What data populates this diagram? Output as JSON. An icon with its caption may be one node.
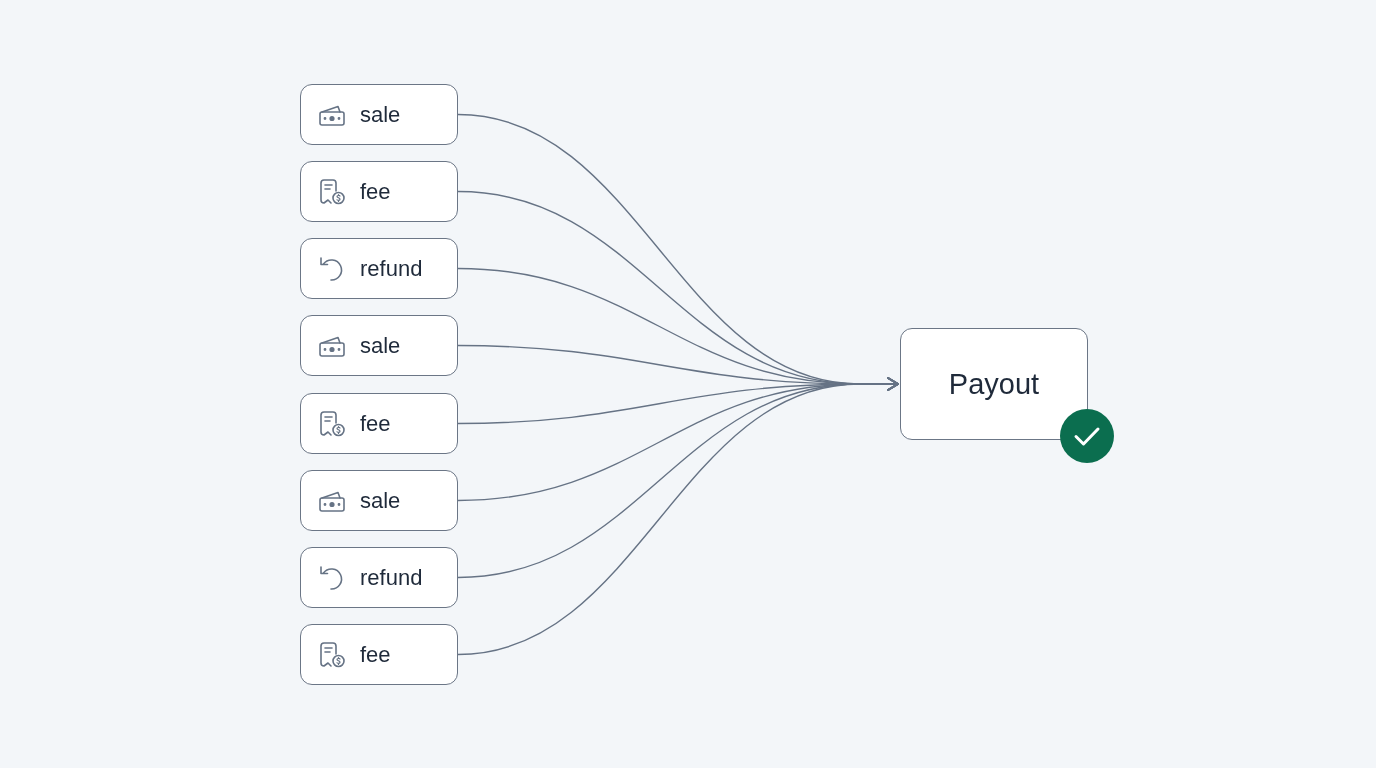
{
  "diagram": {
    "nodes": [
      {
        "text": [
          "sale"
        ]
      },
      {
        "text": [
          "fee"
        ]
      },
      {
        "text": [
          "refund"
        ]
      },
      {
        "text": [
          "sale"
        ]
      },
      {
        "text": [
          "fee"
        ]
      },
      {
        "text": [
          "sale"
        ]
      },
      {
        "text": [
          "refund"
        ]
      },
      {
        "text": [
          "fee"
        ]
      },
      {
        "text": [
          "Payout"
        ]
      }
    ],
    "edges": [
      {
        "from": 0,
        "to": 8,
        "arrow": "to"
      },
      {
        "from": 1,
        "to": 8,
        "arrow": "to"
      },
      {
        "from": 2,
        "to": 8,
        "arrow": "to"
      },
      {
        "from": 3,
        "to": 8,
        "arrow": "to"
      },
      {
        "from": 4,
        "to": 8,
        "arrow": "to"
      },
      {
        "from": 5,
        "to": 8,
        "arrow": "to"
      },
      {
        "from": 6,
        "to": 8,
        "arrow": "to"
      },
      {
        "from": 7,
        "to": 8,
        "arrow": "to"
      }
    ]
  }
}
